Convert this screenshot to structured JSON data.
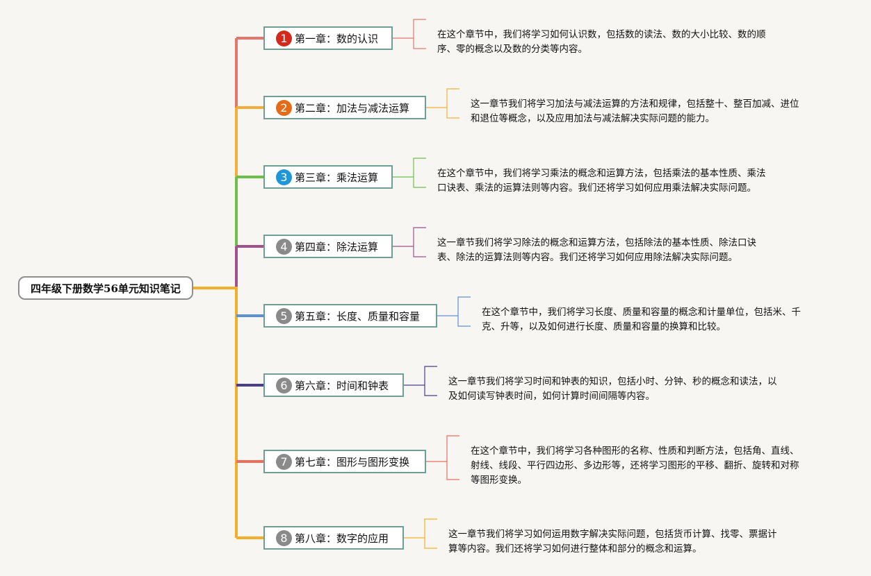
{
  "root": {
    "label": "四年级下册数学56单元知识笔记"
  },
  "chapters": [
    {
      "num": "1",
      "title": "第一章：数的认识",
      "color": "#e8756b",
      "badge_color": "#d42a1e",
      "desc_lines": [
        "在这个章节中，我们将学习如何认识数，包括数的读法、数的大小比较、数的顺",
        "序、零的概念以及数的分类等内容。"
      ]
    },
    {
      "num": "2",
      "title": "第二章：加法与减法运算",
      "color": "#f5ae3a",
      "badge_color": "#e56b18",
      "desc_lines": [
        "这一章节我们将学习加法与减法运算的方法和规律，包括整十、整百加减、进位",
        "和退位等概念，以及应用加法与减法解决实际问题的能力。"
      ]
    },
    {
      "num": "3",
      "title": "第三章：乘法运算",
      "color": "#6cc04a",
      "badge_color": "#1f96d8",
      "desc_lines": [
        "在这个章节中，我们将学习乘法的概念和运算方法，包括乘法的基本性质、乘法",
        "口诀表、乘法的运算法则等内容。我们还将学习如何应用乘法解决实际问题。"
      ]
    },
    {
      "num": "4",
      "title": "第四章：除法运算",
      "color": "#a0508a",
      "badge_color": "#8a8a8a",
      "desc_lines": [
        "这一章节我们将学习除法的概念和运算方法，包括除法的基本性质、除法口诀",
        "表、除法的运算法则等内容。我们还将学习如何应用除法解决实际问题。"
      ]
    },
    {
      "num": "5",
      "title": "第五章：长度、质量和容量",
      "color": "#5b8fd6",
      "badge_color": "#8a8a8a",
      "desc_lines": [
        "在这个章节中，我们将学习长度、质量和容量的概念和计量单位，包括米、千",
        "克、升等，以及如何进行长度、质量和容量的换算和比较。"
      ]
    },
    {
      "num": "6",
      "title": "第六章：时间和钟表",
      "color": "#4a3d8a",
      "badge_color": "#8a8a8a",
      "desc_lines": [
        "这一章节我们将学习时间和钟表的知识，包括小时、分钟、秒的概念和读法，以",
        "及如何读写钟表时间，如何计算时间间隔等内容。"
      ]
    },
    {
      "num": "7",
      "title": "第七章：图形与图形变换",
      "color": "#ee6e5e",
      "badge_color": "#8a8a8a",
      "desc_lines": [
        "在这个章节中，我们将学习各种图形的名称、性质和判断方法，包括角、直线、",
        "射线、线段、平行四边形、多边形等，还将学习图形的平移、翻折、旋转和对称",
        "等图形变换。"
      ]
    },
    {
      "num": "8",
      "title": "第八章：数字的应用",
      "color": "#f5ae2a",
      "badge_color": "#8a8a8a",
      "desc_lines": [
        "这一章节我们将学习如何运用数字解决实际问题，包括货币计算、找零、票据计",
        "算等内容。我们还将学习如何进行整体和部分的概念和运算。"
      ]
    }
  ]
}
